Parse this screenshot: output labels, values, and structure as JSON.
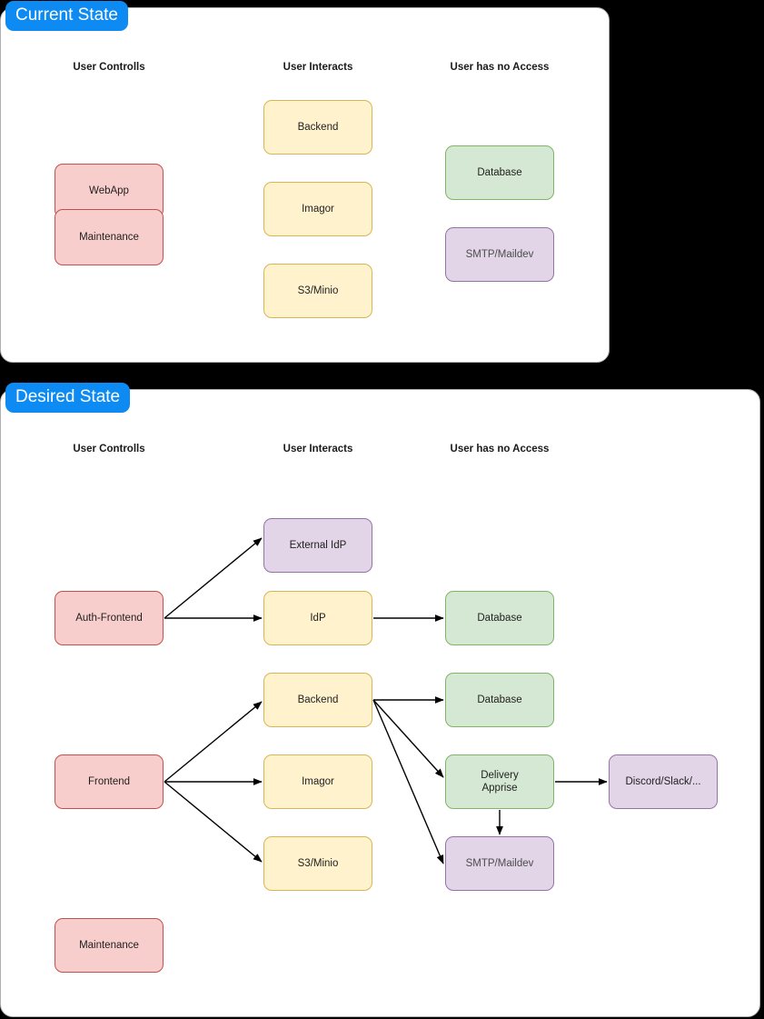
{
  "diagram": {
    "title_current": "Current State",
    "title_desired": "Desired State",
    "column_headers": [
      "User Controlls",
      "User Interacts",
      "User has no Access"
    ],
    "colors": {
      "badge": "#0d8bf2",
      "red_fill": "#f8cecc",
      "red_stroke": "#b85450",
      "yellow_fill": "#fff2cc",
      "yellow_stroke": "#d6b656",
      "green_fill": "#d5e8d4",
      "green_stroke": "#82b366",
      "purple_fill": "#e1d5e7",
      "purple_stroke": "#9673a6",
      "edge": "#000000",
      "page_background": "#000000",
      "panel": "#ffffff"
    }
  },
  "current_state": {
    "headers": {
      "controls": "User Controlls",
      "interacts": "User Interacts",
      "no_access": "User has no Access"
    },
    "nodes": {
      "webapp": "WebApp",
      "maintenance": "Maintenance",
      "backend": "Backend",
      "imagor": "Imagor",
      "s3minio": "S3/Minio",
      "database": "Database",
      "smtp": "SMTP/Maildev"
    }
  },
  "desired_state": {
    "headers": {
      "controls": "User Controlls",
      "interacts": "User Interacts",
      "no_access": "User has no Access"
    },
    "nodes": {
      "auth_frontend": "Auth-Frontend",
      "external_idp": "External IdP",
      "idp": "IdP",
      "database_top": "Database",
      "frontend": "Frontend",
      "backend": "Backend",
      "imagor": "Imagor",
      "s3minio": "S3/Minio",
      "database_mid": "Database",
      "delivery_apprise": "Delivery Apprise",
      "smtp": "SMTP/Maildev",
      "discord": "Discord/Slack/...",
      "maintenance": "Maintenance"
    },
    "edges": [
      {
        "from": "auth_frontend",
        "to": "external_idp"
      },
      {
        "from": "auth_frontend",
        "to": "idp"
      },
      {
        "from": "idp",
        "to": "database_top"
      },
      {
        "from": "frontend",
        "to": "backend"
      },
      {
        "from": "frontend",
        "to": "imagor"
      },
      {
        "from": "frontend",
        "to": "s3minio"
      },
      {
        "from": "backend",
        "to": "database_mid"
      },
      {
        "from": "backend",
        "to": "delivery_apprise"
      },
      {
        "from": "backend",
        "to": "smtp"
      },
      {
        "from": "delivery_apprise",
        "to": "discord"
      },
      {
        "from": "delivery_apprise",
        "to": "smtp"
      }
    ]
  }
}
